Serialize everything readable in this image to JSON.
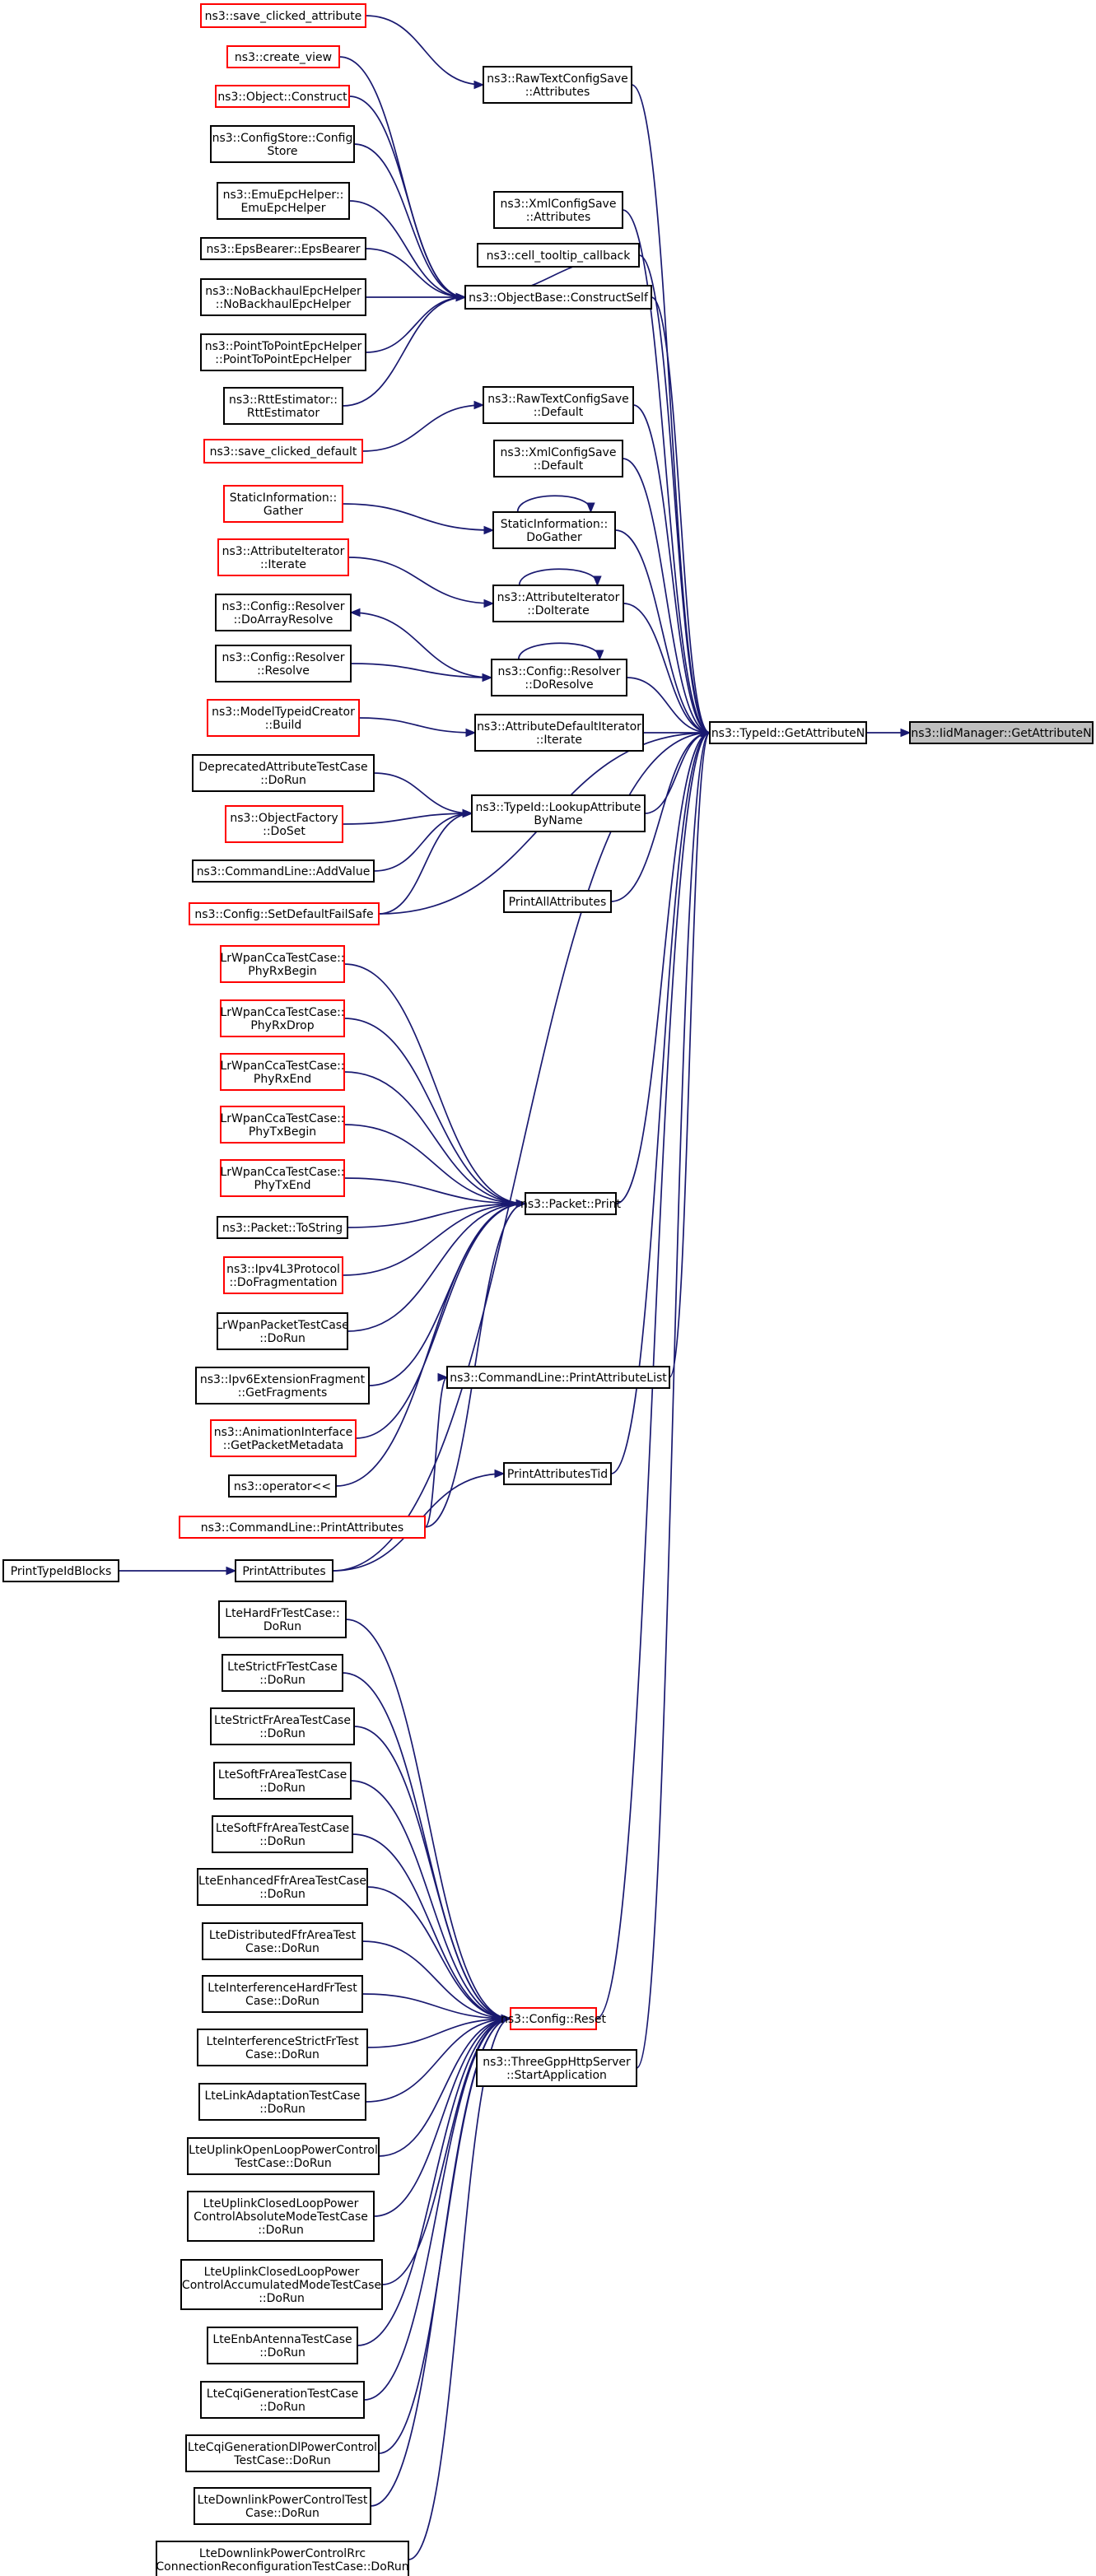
{
  "nodes": [
    {
      "id": "n0",
      "lines": [
        "ns3::save_clicked_attribute"
      ],
      "style": "red"
    },
    {
      "id": "n1",
      "lines": [
        "ns3::RawTextConfigSave",
        "::Attributes"
      ],
      "style": "black"
    },
    {
      "id": "n2",
      "lines": [
        "ns3::create_view"
      ],
      "style": "red"
    },
    {
      "id": "n3",
      "lines": [
        "ns3::Object::Construct"
      ],
      "style": "red"
    },
    {
      "id": "n4",
      "lines": [
        "ns3::ConfigStore::Config",
        "Store"
      ],
      "style": "black"
    },
    {
      "id": "n5",
      "lines": [
        "ns3::XmlConfigSave",
        "::Attributes"
      ],
      "style": "black"
    },
    {
      "id": "n6",
      "lines": [
        "ns3::EmuEpcHelper::",
        "EmuEpcHelper"
      ],
      "style": "black"
    },
    {
      "id": "n7",
      "lines": [
        "ns3::cell_tooltip_callback"
      ],
      "style": "black"
    },
    {
      "id": "n8",
      "lines": [
        "ns3::EpsBearer::EpsBearer"
      ],
      "style": "black"
    },
    {
      "id": "n9",
      "lines": [
        "ns3::NoBackhaulEpcHelper",
        "::NoBackhaulEpcHelper"
      ],
      "style": "black"
    },
    {
      "id": "n10",
      "lines": [
        "ns3::ObjectBase::ConstructSelf"
      ],
      "style": "black"
    },
    {
      "id": "n11",
      "lines": [
        "ns3::PointToPointEpcHelper",
        "::PointToPointEpcHelper"
      ],
      "style": "black"
    },
    {
      "id": "n12",
      "lines": [
        "ns3::RttEstimator::",
        "RttEstimator"
      ],
      "style": "black"
    },
    {
      "id": "n13",
      "lines": [
        "ns3::RawTextConfigSave",
        "::Default"
      ],
      "style": "black"
    },
    {
      "id": "n14",
      "lines": [
        "ns3::save_clicked_default"
      ],
      "style": "red"
    },
    {
      "id": "n15",
      "lines": [
        "ns3::XmlConfigSave",
        "::Default"
      ],
      "style": "black"
    },
    {
      "id": "n16",
      "lines": [
        "StaticInformation::",
        "Gather"
      ],
      "style": "red"
    },
    {
      "id": "n17",
      "lines": [
        "StaticInformation::",
        "DoGather"
      ],
      "style": "black"
    },
    {
      "id": "n18",
      "lines": [
        "ns3::AttributeIterator",
        "::Iterate"
      ],
      "style": "red"
    },
    {
      "id": "n19",
      "lines": [
        "ns3::AttributeIterator",
        "::DoIterate"
      ],
      "style": "black"
    },
    {
      "id": "n20",
      "lines": [
        "ns3::Config::Resolver",
        "::DoArrayResolve"
      ],
      "style": "black"
    },
    {
      "id": "n21",
      "lines": [
        "ns3::Config::Resolver",
        "::Resolve"
      ],
      "style": "black"
    },
    {
      "id": "n22",
      "lines": [
        "ns3::Config::Resolver",
        "::DoResolve"
      ],
      "style": "black"
    },
    {
      "id": "n23",
      "lines": [
        "ns3::ModelTypeidCreator",
        "::Build"
      ],
      "style": "red"
    },
    {
      "id": "n24",
      "lines": [
        "ns3::AttributeDefaultIterator",
        "::Iterate"
      ],
      "style": "black"
    },
    {
      "id": "n25",
      "lines": [
        "ns3::TypeId::GetAttributeN"
      ],
      "style": "black"
    },
    {
      "id": "n26",
      "lines": [
        "ns3::IidManager::GetAttributeN"
      ],
      "style": "focus"
    },
    {
      "id": "n27",
      "lines": [
        "DeprecatedAttributeTestCase",
        "::DoRun"
      ],
      "style": "black"
    },
    {
      "id": "n28",
      "lines": [
        "ns3::ObjectFactory",
        "::DoSet"
      ],
      "style": "red"
    },
    {
      "id": "n29",
      "lines": [
        "ns3::TypeId::LookupAttribute",
        "ByName"
      ],
      "style": "black"
    },
    {
      "id": "n30",
      "lines": [
        "ns3::CommandLine::AddValue"
      ],
      "style": "black"
    },
    {
      "id": "n31",
      "lines": [
        "ns3::Config::SetDefaultFailSafe"
      ],
      "style": "red"
    },
    {
      "id": "n32",
      "lines": [
        "PrintAllAttributes"
      ],
      "style": "black"
    },
    {
      "id": "n33",
      "lines": [
        "LrWpanCcaTestCase::",
        "PhyRxBegin"
      ],
      "style": "red"
    },
    {
      "id": "n34",
      "lines": [
        "LrWpanCcaTestCase::",
        "PhyRxDrop"
      ],
      "style": "red"
    },
    {
      "id": "n35",
      "lines": [
        "LrWpanCcaTestCase::",
        "PhyRxEnd"
      ],
      "style": "red"
    },
    {
      "id": "n36",
      "lines": [
        "LrWpanCcaTestCase::",
        "PhyTxBegin"
      ],
      "style": "red"
    },
    {
      "id": "n37",
      "lines": [
        "LrWpanCcaTestCase::",
        "PhyTxEnd"
      ],
      "style": "red"
    },
    {
      "id": "n38",
      "lines": [
        "ns3::Packet::Print"
      ],
      "style": "black"
    },
    {
      "id": "n39",
      "lines": [
        "ns3::Packet::ToString"
      ],
      "style": "black"
    },
    {
      "id": "n40",
      "lines": [
        "ns3::Ipv4L3Protocol",
        "::DoFragmentation"
      ],
      "style": "red"
    },
    {
      "id": "n41",
      "lines": [
        "LrWpanPacketTestCase",
        "::DoRun"
      ],
      "style": "black"
    },
    {
      "id": "n42",
      "lines": [
        "ns3::Ipv6ExtensionFragment",
        "::GetFragments"
      ],
      "style": "black"
    },
    {
      "id": "n43",
      "lines": [
        "ns3::CommandLine::PrintAttributeList"
      ],
      "style": "black"
    },
    {
      "id": "n44",
      "lines": [
        "ns3::AnimationInterface",
        "::GetPacketMetadata"
      ],
      "style": "red"
    },
    {
      "id": "n45",
      "lines": [
        "ns3::operator<<"
      ],
      "style": "black"
    },
    {
      "id": "n46",
      "lines": [
        "PrintAttributesTid"
      ],
      "style": "black"
    },
    {
      "id": "n47",
      "lines": [
        "ns3::CommandLine::PrintAttributes"
      ],
      "style": "red"
    },
    {
      "id": "n48",
      "lines": [
        "PrintTypeIdBlocks"
      ],
      "style": "black"
    },
    {
      "id": "n49",
      "lines": [
        "PrintAttributes"
      ],
      "style": "black"
    },
    {
      "id": "n50",
      "lines": [
        "LteHardFrTestCase::",
        "DoRun"
      ],
      "style": "black"
    },
    {
      "id": "n51",
      "lines": [
        "LteStrictFrTestCase",
        "::DoRun"
      ],
      "style": "black"
    },
    {
      "id": "n52",
      "lines": [
        "LteStrictFrAreaTestCase",
        "::DoRun"
      ],
      "style": "black"
    },
    {
      "id": "n53",
      "lines": [
        "LteSoftFrAreaTestCase",
        "::DoRun"
      ],
      "style": "black"
    },
    {
      "id": "n54",
      "lines": [
        "LteSoftFfrAreaTestCase",
        "::DoRun"
      ],
      "style": "black"
    },
    {
      "id": "n55",
      "lines": [
        "LteEnhancedFfrAreaTestCase",
        "::DoRun"
      ],
      "style": "black"
    },
    {
      "id": "n56",
      "lines": [
        "LteDistributedFfrAreaTest",
        "Case::DoRun"
      ],
      "style": "black"
    },
    {
      "id": "n57",
      "lines": [
        "LteInterferenceHardFrTest",
        "Case::DoRun"
      ],
      "style": "black"
    },
    {
      "id": "n58",
      "lines": [
        "ns3::Config::Reset"
      ],
      "style": "red"
    },
    {
      "id": "n59",
      "lines": [
        "LteInterferenceStrictFrTest",
        "Case::DoRun"
      ],
      "style": "black"
    },
    {
      "id": "n60",
      "lines": [
        "ns3::ThreeGppHttpServer",
        "::StartApplication"
      ],
      "style": "black"
    },
    {
      "id": "n61",
      "lines": [
        "LteLinkAdaptationTestCase",
        "::DoRun"
      ],
      "style": "black"
    },
    {
      "id": "n62",
      "lines": [
        "LteUplinkOpenLoopPowerControl",
        "TestCase::DoRun"
      ],
      "style": "black"
    },
    {
      "id": "n63",
      "lines": [
        "LteUplinkClosedLoopPower",
        "ControlAbsoluteModeTestCase",
        "::DoRun"
      ],
      "style": "black"
    },
    {
      "id": "n64",
      "lines": [
        "LteUplinkClosedLoopPower",
        "ControlAccumulatedModeTestCase",
        "::DoRun"
      ],
      "style": "black"
    },
    {
      "id": "n65",
      "lines": [
        "LteEnbAntennaTestCase",
        "::DoRun"
      ],
      "style": "black"
    },
    {
      "id": "n66",
      "lines": [
        "LteCqiGenerationTestCase",
        "::DoRun"
      ],
      "style": "black"
    },
    {
      "id": "n67",
      "lines": [
        "LteCqiGenerationDlPowerControl",
        "TestCase::DoRun"
      ],
      "style": "black"
    },
    {
      "id": "n68",
      "lines": [
        "LteDownlinkPowerControlTest",
        "Case::DoRun"
      ],
      "style": "black"
    },
    {
      "id": "n69",
      "lines": [
        "LteDownlinkPowerControlRrc",
        "ConnectionReconfigurationTestCase::DoRun"
      ],
      "style": "black"
    }
  ],
  "colors": {
    "edge": "#191970",
    "border_default": "#000000",
    "border_truncated": "#ff0000",
    "focus_fill": "#bfbfbf",
    "background": "#ffffff"
  }
}
